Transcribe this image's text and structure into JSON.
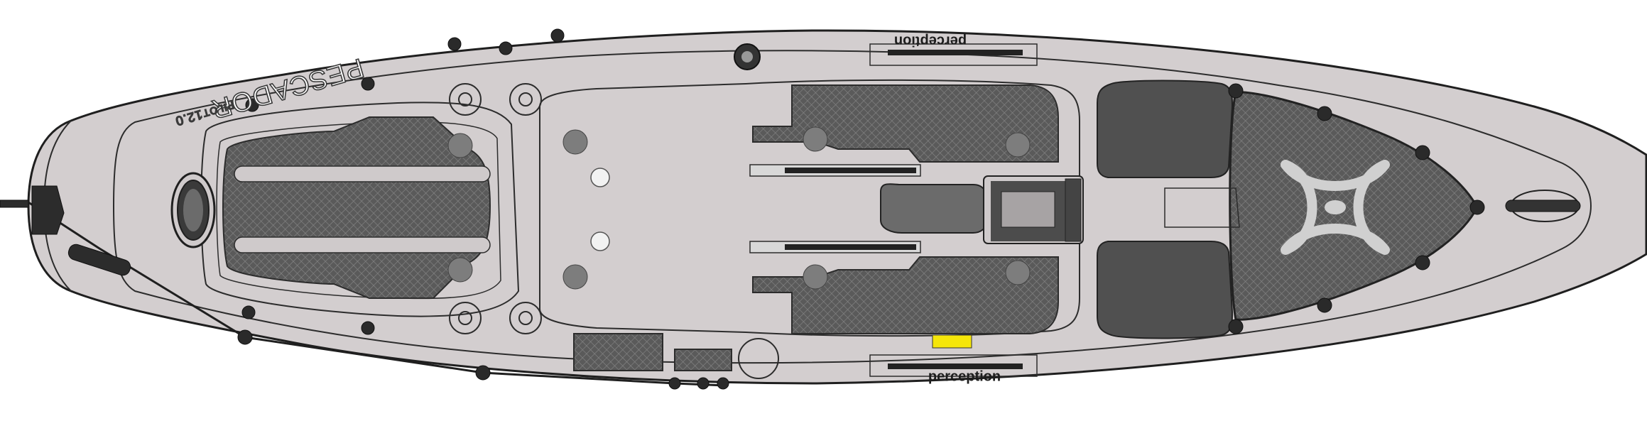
{
  "kayak": {
    "model_name": "PESCADOR",
    "model_sub": "PILOT",
    "model_size": "12.0",
    "brand_top": "perception",
    "brand_bottom": "perception"
  },
  "colors": {
    "hull": "#d3cecf",
    "outline": "#1f1f1f",
    "traction_pad": "#5c5c5c",
    "dark_panel": "#4f4f4f",
    "hardware": "#2a2a2a",
    "accent_yellow": "#f5e60a",
    "logo_bg": "#7a7a7a",
    "logo_fg": "#d8d8d8"
  },
  "icons": {
    "hatches": "round-hatch-icon",
    "deck_fittings": "padeye-icon",
    "bow_handle": "carry-handle-icon",
    "stern_rudder": "rudder-icon",
    "brand_mark": "perception-logo-icon"
  }
}
